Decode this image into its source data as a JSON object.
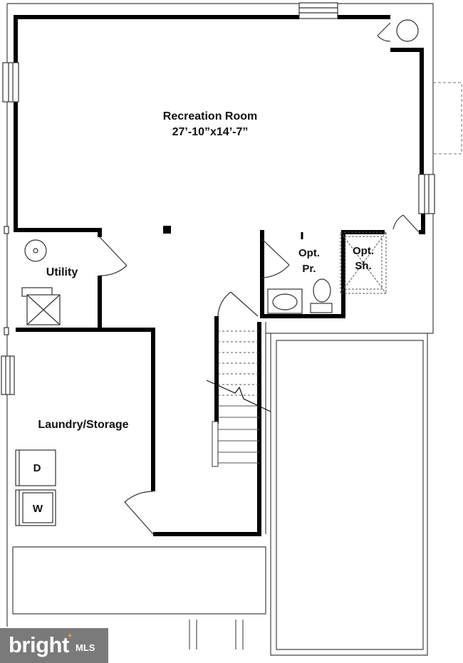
{
  "rooms": {
    "recreation": {
      "name": "Recreation Room",
      "dims": "27’-10”x14’-7”"
    },
    "utility": {
      "name": "Utility"
    },
    "laundry": {
      "name": "Laundry/Storage"
    },
    "powder": {
      "name_line1": "Opt.",
      "name_line2": "Pr."
    },
    "shower": {
      "name_line1": "Opt.",
      "name_line2": "Sh."
    }
  },
  "appliances": {
    "dryer": "D",
    "washer": "W"
  },
  "watermark": {
    "brand": "bright",
    "suffix": "MLS",
    "mark": "✦"
  }
}
